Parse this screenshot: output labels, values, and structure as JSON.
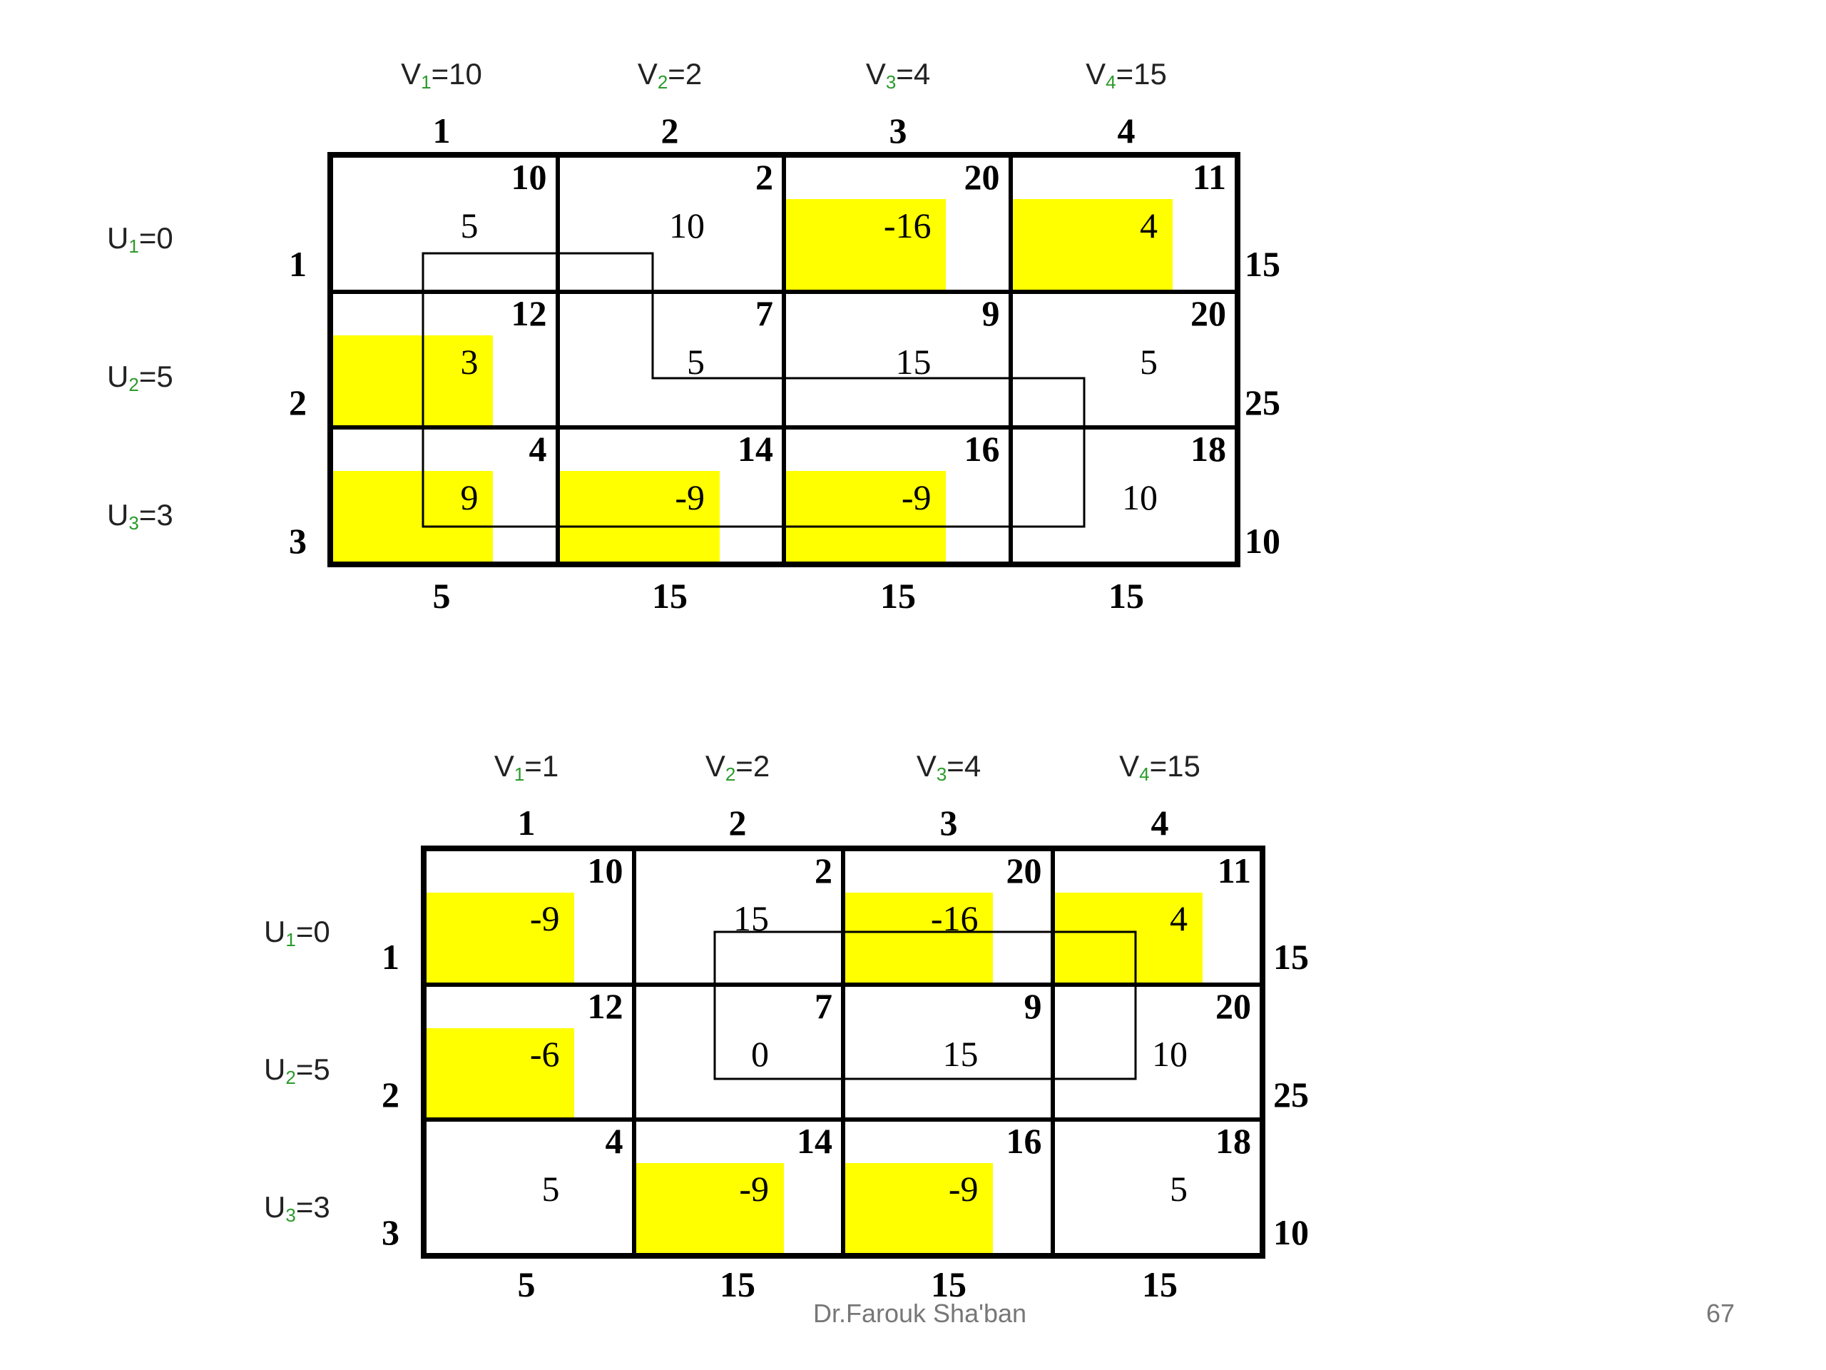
{
  "tableaux": [
    {
      "v_labels": [
        {
          "name": "V",
          "sub": "1",
          "eq": "=10"
        },
        {
          "name": "V",
          "sub": "2",
          "eq": "=2"
        },
        {
          "name": "V",
          "sub": "3",
          "eq": "=4"
        },
        {
          "name": "V",
          "sub": "4",
          "eq": "=15"
        }
      ],
      "u_labels": [
        {
          "name": "U",
          "sub": "1",
          "eq": "=0"
        },
        {
          "name": "U",
          "sub": "2",
          "eq": "=5"
        },
        {
          "name": "U",
          "sub": "3",
          "eq": "=3"
        }
      ],
      "col_nums": [
        "1",
        "2",
        "3",
        "4"
      ],
      "row_nums": [
        "1",
        "2",
        "3"
      ],
      "supply": [
        "15",
        "25",
        "10"
      ],
      "demand": [
        "5",
        "15",
        "15",
        "15"
      ],
      "cells": [
        [
          {
            "cost": "10",
            "value": "5",
            "hl": false
          },
          {
            "cost": "2",
            "value": "10",
            "hl": false
          },
          {
            "cost": "20",
            "value": "-16",
            "hl": true
          },
          {
            "cost": "11",
            "value": "4",
            "hl": true
          }
        ],
        [
          {
            "cost": "12",
            "value": "3",
            "hl": true
          },
          {
            "cost": "7",
            "value": "5",
            "hl": false
          },
          {
            "cost": "9",
            "value": "15",
            "hl": false
          },
          {
            "cost": "20",
            "value": "5",
            "hl": false
          }
        ],
        [
          {
            "cost": "4",
            "value": "9",
            "hl": true
          },
          {
            "cost": "14",
            "value": "-9",
            "hl": true
          },
          {
            "cost": "16",
            "value": "-9",
            "hl": true
          },
          {
            "cost": "18",
            "value": "10",
            "hl": false
          }
        ]
      ]
    },
    {
      "v_labels": [
        {
          "name": "V",
          "sub": "1",
          "eq": "=1"
        },
        {
          "name": "V",
          "sub": "2",
          "eq": "=2"
        },
        {
          "name": "V",
          "sub": "3",
          "eq": "=4"
        },
        {
          "name": "V",
          "sub": "4",
          "eq": "=15"
        }
      ],
      "u_labels": [
        {
          "name": "U",
          "sub": "1",
          "eq": "=0"
        },
        {
          "name": "U",
          "sub": "2",
          "eq": "=5"
        },
        {
          "name": "U",
          "sub": "3",
          "eq": "=3"
        }
      ],
      "col_nums": [
        "1",
        "2",
        "3",
        "4"
      ],
      "row_nums": [
        "1",
        "2",
        "3"
      ],
      "supply": [
        "15",
        "25",
        "10"
      ],
      "demand": [
        "5",
        "15",
        "15",
        "15"
      ],
      "cells": [
        [
          {
            "cost": "10",
            "value": "-9",
            "hl": true
          },
          {
            "cost": "2",
            "value": "15",
            "hl": false
          },
          {
            "cost": "20",
            "value": "-16",
            "hl": true
          },
          {
            "cost": "11",
            "value": "4",
            "hl": true
          }
        ],
        [
          {
            "cost": "12",
            "value": "-6",
            "hl": true
          },
          {
            "cost": "7",
            "value": "0",
            "hl": false
          },
          {
            "cost": "9",
            "value": "15",
            "hl": false
          },
          {
            "cost": "20",
            "value": "10",
            "hl": false
          }
        ],
        [
          {
            "cost": "4",
            "value": "5",
            "hl": false
          },
          {
            "cost": "14",
            "value": "-9",
            "hl": true
          },
          {
            "cost": "16",
            "value": "-9",
            "hl": true
          },
          {
            "cost": "18",
            "value": "5",
            "hl": false
          }
        ]
      ]
    }
  ],
  "footer": {
    "author": "Dr.Farouk Sha'ban",
    "page": "67"
  },
  "colors": {
    "highlight": "#ffff00",
    "grid": "#000000",
    "subscript": "#2a9a2a"
  }
}
